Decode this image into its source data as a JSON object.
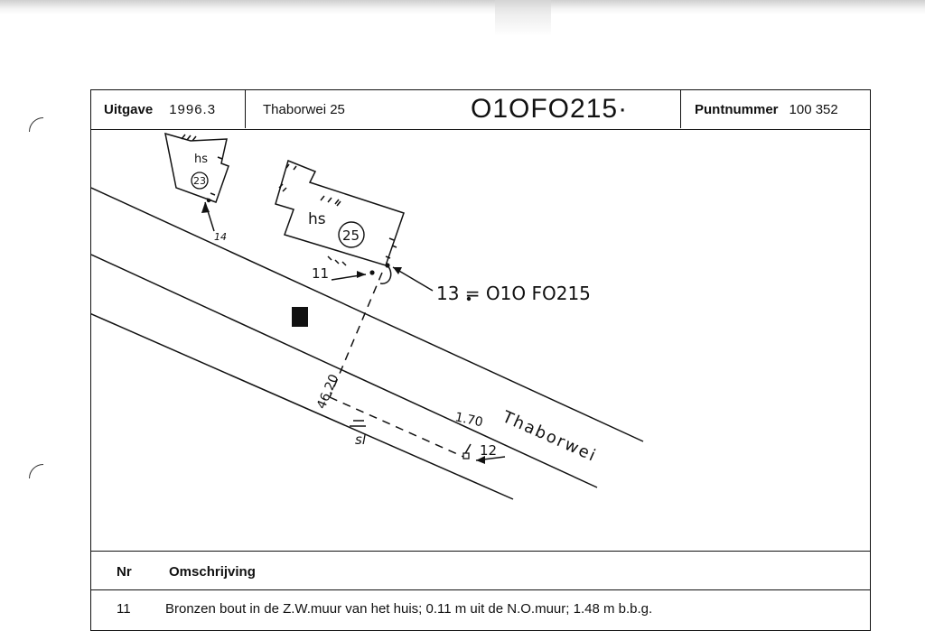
{
  "header": {
    "edition_label": "Uitgave",
    "edition_value": "1996.3",
    "address": "Thaborwei 25",
    "handwritten_code": "O1OFO215·",
    "point_label": "Puntnummer",
    "point_value": "100 352"
  },
  "map": {
    "house_23": {
      "type": "hs",
      "number": "23",
      "point": "14"
    },
    "house_25": {
      "type": "hs",
      "number": "25"
    },
    "point_11": "11",
    "point_13": "13 = O1O FO215",
    "point_12": "12",
    "distance_1": "46.20",
    "distance_2": "1.70",
    "street_name": "Thaborwei",
    "sl_label": "sl"
  },
  "table": {
    "col_nr": "Nr",
    "col_desc": "Omschrijving",
    "rows": [
      {
        "nr": "11",
        "desc": "Bronzen bout in de Z.W.muur van het huis; 0.11 m uit de N.O.muur; 1.48 m b.b.g."
      }
    ]
  }
}
